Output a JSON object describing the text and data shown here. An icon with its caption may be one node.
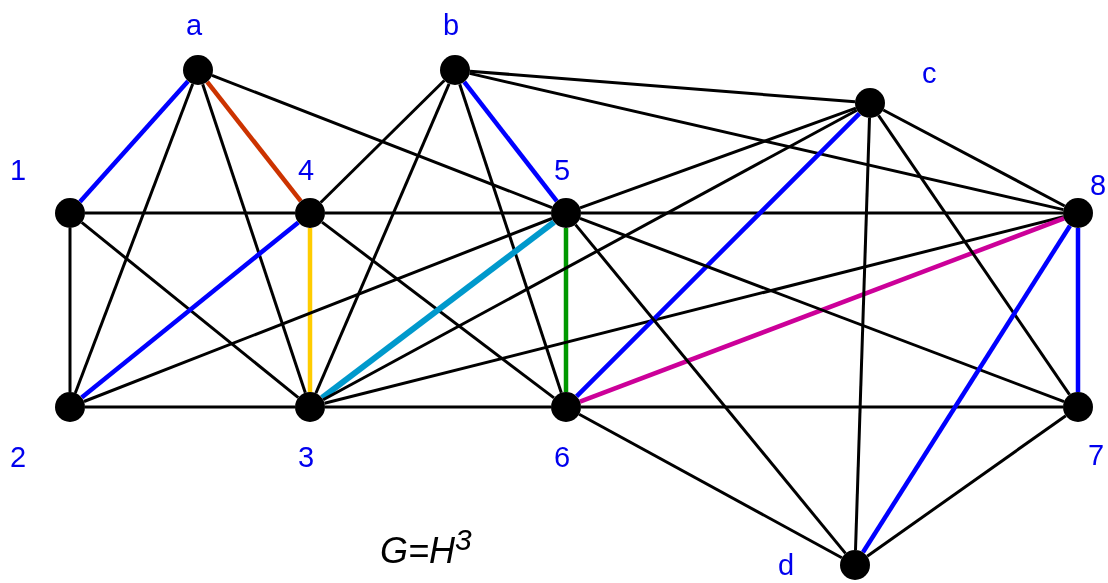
{
  "diagram": {
    "nodes": [
      {
        "text": [],
        "shape": "circle",
        "beside": [
          "a"
        ]
      },
      {
        "text": [],
        "shape": "circle",
        "beside": [
          "b"
        ]
      },
      {
        "text": [],
        "shape": "circle",
        "beside": [
          "c"
        ]
      },
      {
        "text": [],
        "shape": "circle",
        "beside": [
          "1"
        ]
      },
      {
        "text": [],
        "shape": "circle",
        "beside": [
          "4"
        ]
      },
      {
        "text": [],
        "shape": "circle",
        "beside": [
          "5"
        ]
      },
      {
        "text": [],
        "shape": "circle",
        "beside": [
          "8"
        ]
      },
      {
        "text": [],
        "shape": "circle",
        "beside": [
          "2"
        ]
      },
      {
        "text": [],
        "shape": "circle",
        "beside": [
          "3"
        ]
      },
      {
        "text": [],
        "shape": "circle",
        "beside": [
          "6"
        ]
      },
      {
        "text": [],
        "shape": "circle",
        "beside": [
          "7"
        ]
      },
      {
        "text": [],
        "shape": "circle",
        "beside": [
          "d"
        ]
      }
    ],
    "edges": [
      {
        "from": 0,
        "to": 3,
        "arrow": "none",
        "color": "#0000ff"
      },
      {
        "from": 0,
        "to": 4,
        "arrow": "none",
        "color": "#cc3300"
      },
      {
        "from": 0,
        "to": 7,
        "arrow": "none"
      },
      {
        "from": 0,
        "to": 8,
        "arrow": "none"
      },
      {
        "from": 0,
        "to": 5,
        "arrow": "none"
      },
      {
        "from": 1,
        "to": 4,
        "arrow": "none"
      },
      {
        "from": 1,
        "to": 8,
        "arrow": "none"
      },
      {
        "from": 1,
        "to": 5,
        "arrow": "none",
        "color": "#0000ff"
      },
      {
        "from": 1,
        "to": 9,
        "arrow": "none"
      },
      {
        "from": 1,
        "to": 2,
        "arrow": "none"
      },
      {
        "from": 1,
        "to": 6,
        "arrow": "none"
      },
      {
        "from": 3,
        "to": 4,
        "arrow": "none"
      },
      {
        "from": 4,
        "to": 5,
        "arrow": "none"
      },
      {
        "from": 5,
        "to": 6,
        "arrow": "none"
      },
      {
        "from": 3,
        "to": 7,
        "arrow": "none"
      },
      {
        "from": 3,
        "to": 8,
        "arrow": "none"
      },
      {
        "from": 7,
        "to": 8,
        "arrow": "none"
      },
      {
        "from": 8,
        "to": 9,
        "arrow": "none"
      },
      {
        "from": 9,
        "to": 10,
        "arrow": "none"
      },
      {
        "from": 7,
        "to": 4,
        "arrow": "none",
        "color": "#0000ff"
      },
      {
        "from": 4,
        "to": 8,
        "arrow": "none",
        "color": "#ffcc00"
      },
      {
        "from": 4,
        "to": 9,
        "arrow": "none"
      },
      {
        "from": 7,
        "to": 5,
        "arrow": "none"
      },
      {
        "from": 8,
        "to": 5,
        "arrow": "none",
        "color": "#0099cc",
        "style": "thick"
      },
      {
        "from": 5,
        "to": 9,
        "arrow": "none",
        "color": "#009900"
      },
      {
        "from": 8,
        "to": 2,
        "arrow": "none"
      },
      {
        "from": 8,
        "to": 6,
        "arrow": "none"
      },
      {
        "from": 5,
        "to": 2,
        "arrow": "none"
      },
      {
        "from": 9,
        "to": 2,
        "arrow": "none",
        "color": "#0000ff"
      },
      {
        "from": 9,
        "to": 6,
        "arrow": "none",
        "color": "#cc0099"
      },
      {
        "from": 5,
        "to": 10,
        "arrow": "none"
      },
      {
        "from": 5,
        "to": 11,
        "arrow": "none"
      },
      {
        "from": 9,
        "to": 11,
        "arrow": "none"
      },
      {
        "from": 2,
        "to": 6,
        "arrow": "none"
      },
      {
        "from": 2,
        "to": 10,
        "arrow": "none"
      },
      {
        "from": 2,
        "to": 11,
        "arrow": "none"
      },
      {
        "from": 6,
        "to": 10,
        "arrow": "none",
        "color": "#0000ff"
      },
      {
        "from": 6,
        "to": 11,
        "arrow": "none",
        "color": "#0000ff"
      },
      {
        "from": 10,
        "to": 11,
        "arrow": "none"
      }
    ],
    "labels": [
      "G=H$^{3}$"
    ]
  }
}
